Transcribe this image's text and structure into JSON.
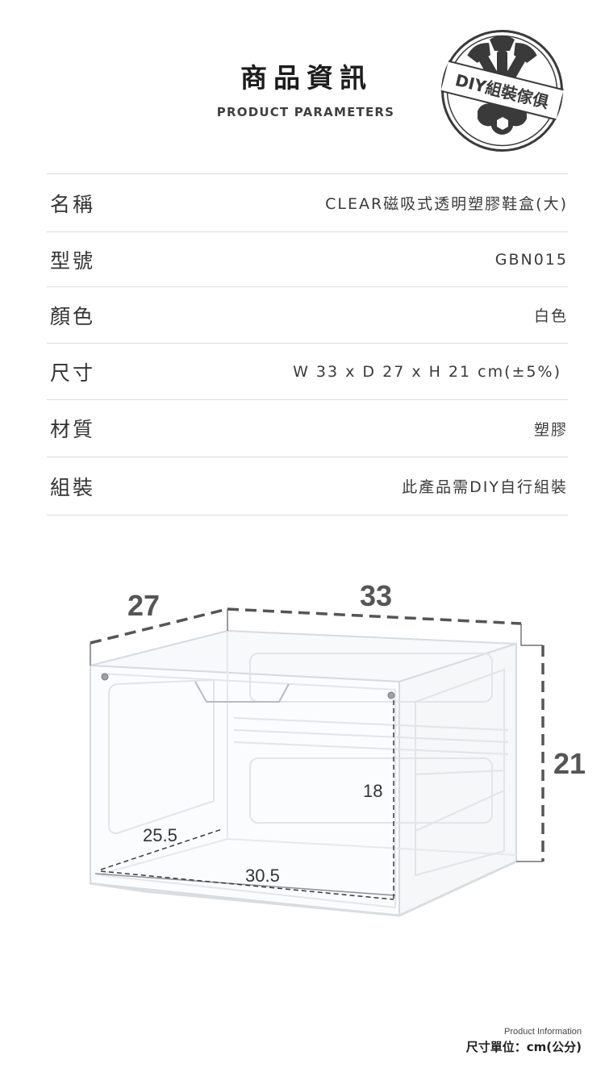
{
  "header": {
    "title_zh": "商品資訊",
    "title_en": "PRODUCT PARAMETERS"
  },
  "badge": {
    "text": "DIY組裝傢俱",
    "icon": "wrench-icon"
  },
  "specs": [
    {
      "label": "名稱",
      "value": "CLEAR磁吸式透明塑膠鞋盒(大)"
    },
    {
      "label": "型號",
      "value": "GBN015"
    },
    {
      "label": "顏色",
      "value": "白色"
    },
    {
      "label": "尺寸",
      "value": "W 33 x D 27 x H 21 cm(±5%)"
    },
    {
      "label": "材質",
      "value": "塑膠"
    },
    {
      "label": "組裝",
      "value": "此產品需DIY自行組裝"
    }
  ],
  "figure": {
    "outer": {
      "depth": "27",
      "width": "33",
      "height": "21"
    },
    "inner": {
      "depth": "25.5",
      "width": "30.5",
      "height": "18"
    }
  },
  "footer": {
    "label_en": "Product Information",
    "unit_note": "尺寸單位：cm(公分)"
  },
  "colors": {
    "text_primary": "#333333",
    "divider": "#dcdcdc",
    "dimension_mark": "#555555",
    "badge": "#3a3a3a"
  }
}
